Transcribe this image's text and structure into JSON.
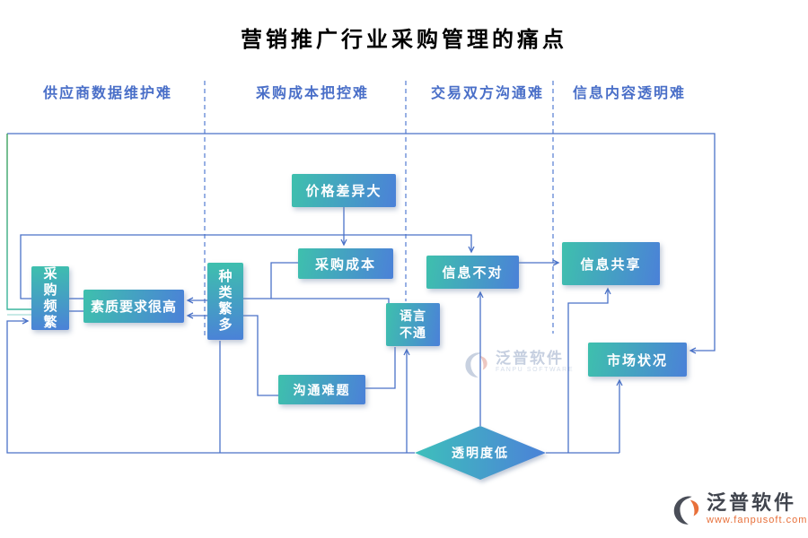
{
  "title": "营销推广行业采购管理的痛点",
  "columns": [
    {
      "label": "供应商数据维护难"
    },
    {
      "label": "采购成本把控难"
    },
    {
      "label": "交易双方沟通难"
    },
    {
      "label": "信息内容透明难"
    }
  ],
  "nodes": {
    "price_diff": {
      "label": "价格差异大"
    },
    "purchase_cost": {
      "label": "采购成本"
    },
    "info_mismatch": {
      "label": "信息不对"
    },
    "info_share": {
      "label": "信息共享"
    },
    "frequent_purchase": {
      "label": "采购频繁"
    },
    "quality_demand": {
      "label": "素质要求很高"
    },
    "many_varieties": {
      "label": "种类繁多"
    },
    "language_barrier": {
      "label": "语言\n不通"
    },
    "communication_problem": {
      "label": "沟通难题"
    },
    "market_condition": {
      "label": "市场状况"
    },
    "low_transparency": {
      "label": "透明度低"
    }
  },
  "watermark": {
    "name": "泛普软件",
    "subname": "FANPU SOFTWARE"
  },
  "footer_logo": {
    "name": "泛普软件",
    "url": "www.fanpusoft.com"
  },
  "colors": {
    "node_gradient_start": "#3EC0AD",
    "node_gradient_end": "#4B81D8",
    "connector_blue": "#4A72C8",
    "dashed_blue": "#6B8FD8",
    "green_line": "#3DA15B",
    "header_blue": "#4A6FC8",
    "logo_orange": "#E8703A",
    "logo_dark": "#41454E",
    "watermark_gray": "#B3C0D6"
  }
}
